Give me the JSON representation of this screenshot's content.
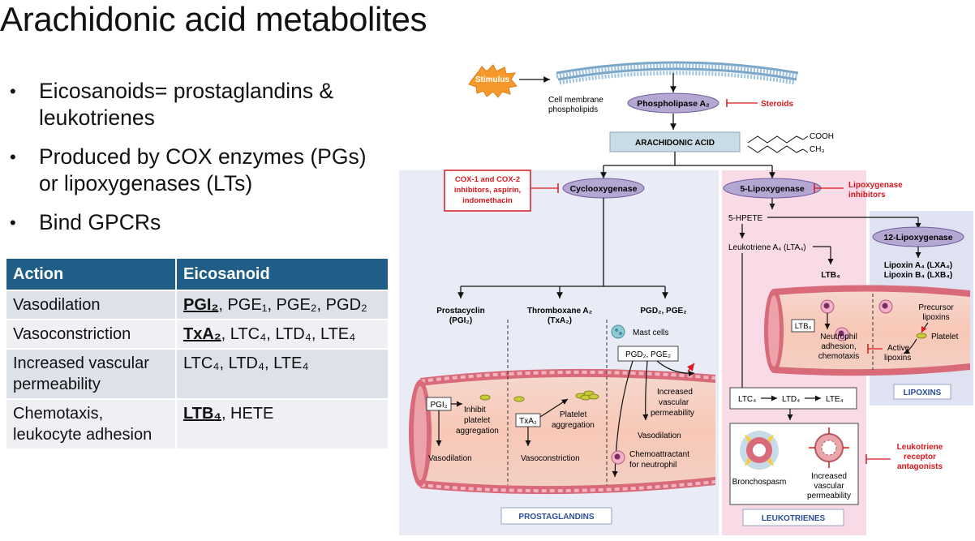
{
  "slide": {
    "title": "Arachidonic acid metabolites",
    "bullets": [
      "Eicosanoids= prostaglandins & leukotrienes",
      "Produced by COX enzymes (PGs) or lipoxygenases (LTs)",
      "Bind GPCRs"
    ]
  },
  "table": {
    "headers": [
      "Action",
      "Eicosanoid"
    ],
    "rows": [
      {
        "action": "Vasodilation",
        "lead": "PGI₂",
        "rest": ", PGE₁, PGE₂, PGD₂"
      },
      {
        "action": "Vasoconstriction",
        "lead": "TxA₂",
        "rest": ", LTC₄, LTD₄, LTE₄"
      },
      {
        "action": "Increased vascular permeability",
        "lead": "",
        "rest": "LTC₄, LTD₄, LTE₄"
      },
      {
        "action": "Chemotaxis, leukocyte adhesion",
        "lead": "LTB₄",
        "rest": ", HETE"
      }
    ]
  },
  "diagram": {
    "stimulus": "Stimulus",
    "cell_membrane": [
      "Cell membrane",
      "phospholipids"
    ],
    "phospholipase": "Phospholipase A₂",
    "steroids": "Steroids",
    "arachidonic_acid": "ARACHIDONIC ACID",
    "cooh": "COOH",
    "ch3": "CH₃",
    "cox_inhibitors": [
      "COX-1 and COX-2",
      "inhibitors, aspirin,",
      "indomethacin"
    ],
    "cyclooxygenase": "Cyclooxygenase",
    "lipoxygenase5": "5-Lipoxygenase",
    "lox_inhibitors": [
      "Lipoxygenase",
      "inhibitors"
    ],
    "hpete": "5-HPETE",
    "lipoxygenase12": "12-Lipoxygenase",
    "lta4": "Leukotriene A₄ (LTA₄)",
    "ltb4": "LTB₄",
    "lipoxin_a4": "Lipoxin A₄ (LXA₄)",
    "lipoxin_b4": "Lipoxin B₄ (LXB₄)",
    "prostacyclin": [
      "Prostacyclin",
      "(PGI₂)"
    ],
    "thromboxane": [
      "Thromboxane A₂",
      "(TxA₂)"
    ],
    "pgd2_pge2": "PGD₂, PGE₂",
    "mast_cells": "Mast cells",
    "pgd2_pge2_box": "PGD₂, PGE₂",
    "pgi2_box": "PGI₂",
    "inhibit_platelet": [
      "Inhibit",
      "platelet",
      "aggregation"
    ],
    "vasodilation1": "Vasodilation",
    "txa2_box": "TxA₂",
    "platelet_aggregation": [
      "Platelet",
      "aggregation"
    ],
    "vasoconstriction": "Vasoconstriction",
    "increased_perm": [
      "Increased",
      "vascular",
      "permeability"
    ],
    "vasodilation2": "Vasodilation",
    "chemoattractant": [
      "Chemoattractant",
      "for neutrophil"
    ],
    "ltb4_box": "LTB₄",
    "neutrophil": [
      "Neutrophil",
      "adhesion,",
      "chemotaxis"
    ],
    "precursor_lipoxins": [
      "Precursor",
      "lipoxins"
    ],
    "platelet": "Platelet",
    "active_lipoxins": [
      "Active",
      "lipoxins"
    ],
    "ltc4": "LTC₄",
    "ltd4": "LTD₄",
    "lte4": "LTE₄",
    "bronchospasm": "Bronchospasm",
    "lt_increased_perm": [
      "Increased",
      "vascular",
      "permeability"
    ],
    "lt_antagonists": [
      "Leukotriene",
      "receptor",
      "antagonists"
    ],
    "prostaglandins_label": "PROSTAGLANDINS",
    "leukotrienes_label": "LEUKOTRIENES",
    "lipoxins_label": "LIPOXINS"
  },
  "colors": {
    "table_header": "#1e5e87",
    "inhibitor_red": "#d9181f",
    "enzyme_purple": "#b4a8d2",
    "prostaglandin_panel": "#e9ecf6",
    "leukotriene_panel": "#f8dbe6",
    "lipoxin_panel": "#dfe2f0",
    "vessel": "#d96a79"
  }
}
